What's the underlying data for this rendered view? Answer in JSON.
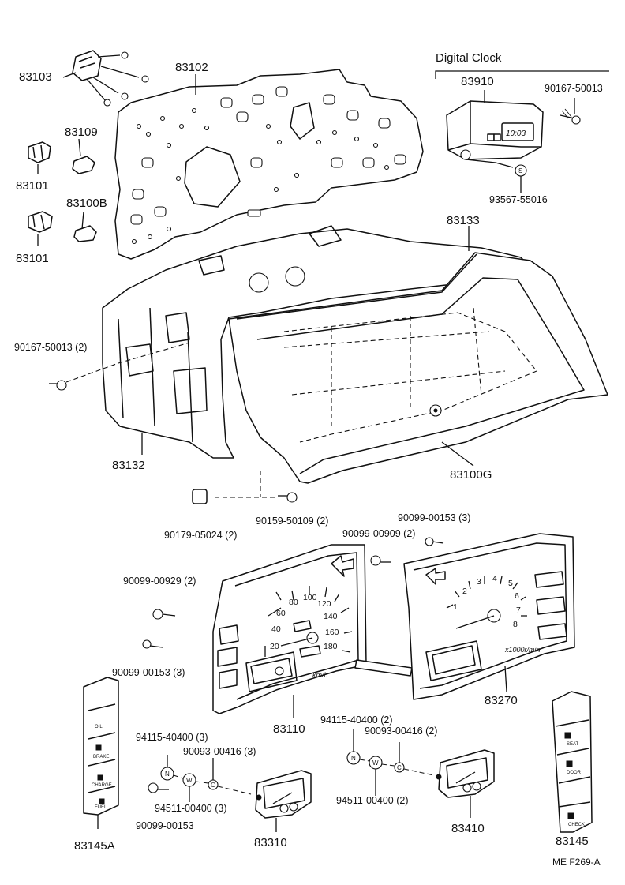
{
  "diagram": {
    "code": "ME  F269-A",
    "digital_clock_heading": "Digital Clock",
    "clock_display": "10:03",
    "part_numbers": {
      "p83103": "83103",
      "p83102": "83102",
      "p83109": "83109",
      "p83101_top": "83101",
      "p83100B": "83100B",
      "p83101_bottom": "83101",
      "p83910": "83910",
      "p90167_top": "90167-50013",
      "p93567": "93567-55016",
      "p83133": "83133",
      "p90167_left": "90167-50013 (2)",
      "p83132": "83132",
      "p83100G": "83100G",
      "p90179": "90179-05024 (2)",
      "p90159": "90159-50109 (2)",
      "p90099_00153_top": "90099-00153 (3)",
      "p90099_00909": "90099-00909 (2)",
      "p90099_00929": "90099-00929 (2)",
      "p90099_00153_mid": "90099-00153 (3)",
      "p83110": "83110",
      "p83270": "83270",
      "p94115_left": "94115-40400 (3)",
      "p90093_left": "90093-00416 (3)",
      "p94511_left": "94511-00400 (3)",
      "p90099_00153_bottom": "90099-00153",
      "p83310": "83310",
      "p94115_right": "94115-40400 (2)",
      "p90093_right": "90093-00416 (2)",
      "p94511_right": "94511-00400 (2)",
      "p83410": "83410",
      "p83145A": "83145A",
      "p83145": "83145"
    },
    "speedometer": {
      "scale": [
        "20",
        "40",
        "60",
        "80",
        "100",
        "120",
        "140",
        "160",
        "180"
      ],
      "unit": "km/h"
    },
    "tachometer": {
      "scale": [
        "1",
        "2",
        "3",
        "4",
        "5",
        "6",
        "7",
        "8"
      ],
      "unit": "x1000r/min"
    },
    "warning_left": [
      "OIL",
      "BRAKE",
      "CHARGE",
      "FUEL"
    ],
    "warning_right": [
      "SEAT",
      "DOOR",
      "CHECK"
    ],
    "washer_letters": {
      "n": "N",
      "w": "W",
      "c": "C",
      "s": "S"
    }
  }
}
